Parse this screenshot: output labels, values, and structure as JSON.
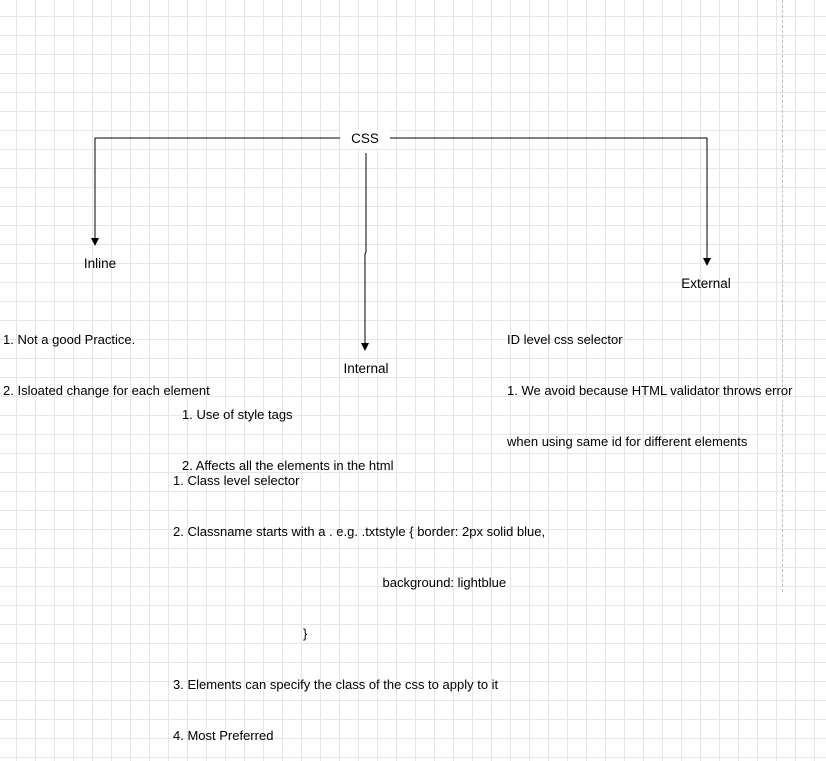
{
  "diagram": {
    "root": {
      "label": "CSS"
    },
    "children": [
      {
        "id": "inline",
        "label": "Inline",
        "notes": [
          "1. Not a good Practice.",
          "2. Isloated change for each element"
        ]
      },
      {
        "id": "internal",
        "label": "Internal",
        "notes": [
          "1. Use of style tags",
          "2. Affects all the elements in the html"
        ]
      },
      {
        "id": "external",
        "label": "External",
        "notes": [
          "ID level css selector",
          "1. We avoid because HTML validator throws error",
          "when using same id for different elements"
        ]
      }
    ],
    "internal_details": [
      "1. Class level selector",
      "2. Classname starts with a . e.g. .txtstyle { border: 2px solid blue,",
      "                                                          background: lightblue",
      "                                    }",
      "3. Elements can specify the class of the css to apply to it",
      "4. Most Preferred"
    ],
    "colors": {
      "edge": "#000000",
      "grid": "#e6e6e6",
      "background": "#ffffff"
    }
  }
}
